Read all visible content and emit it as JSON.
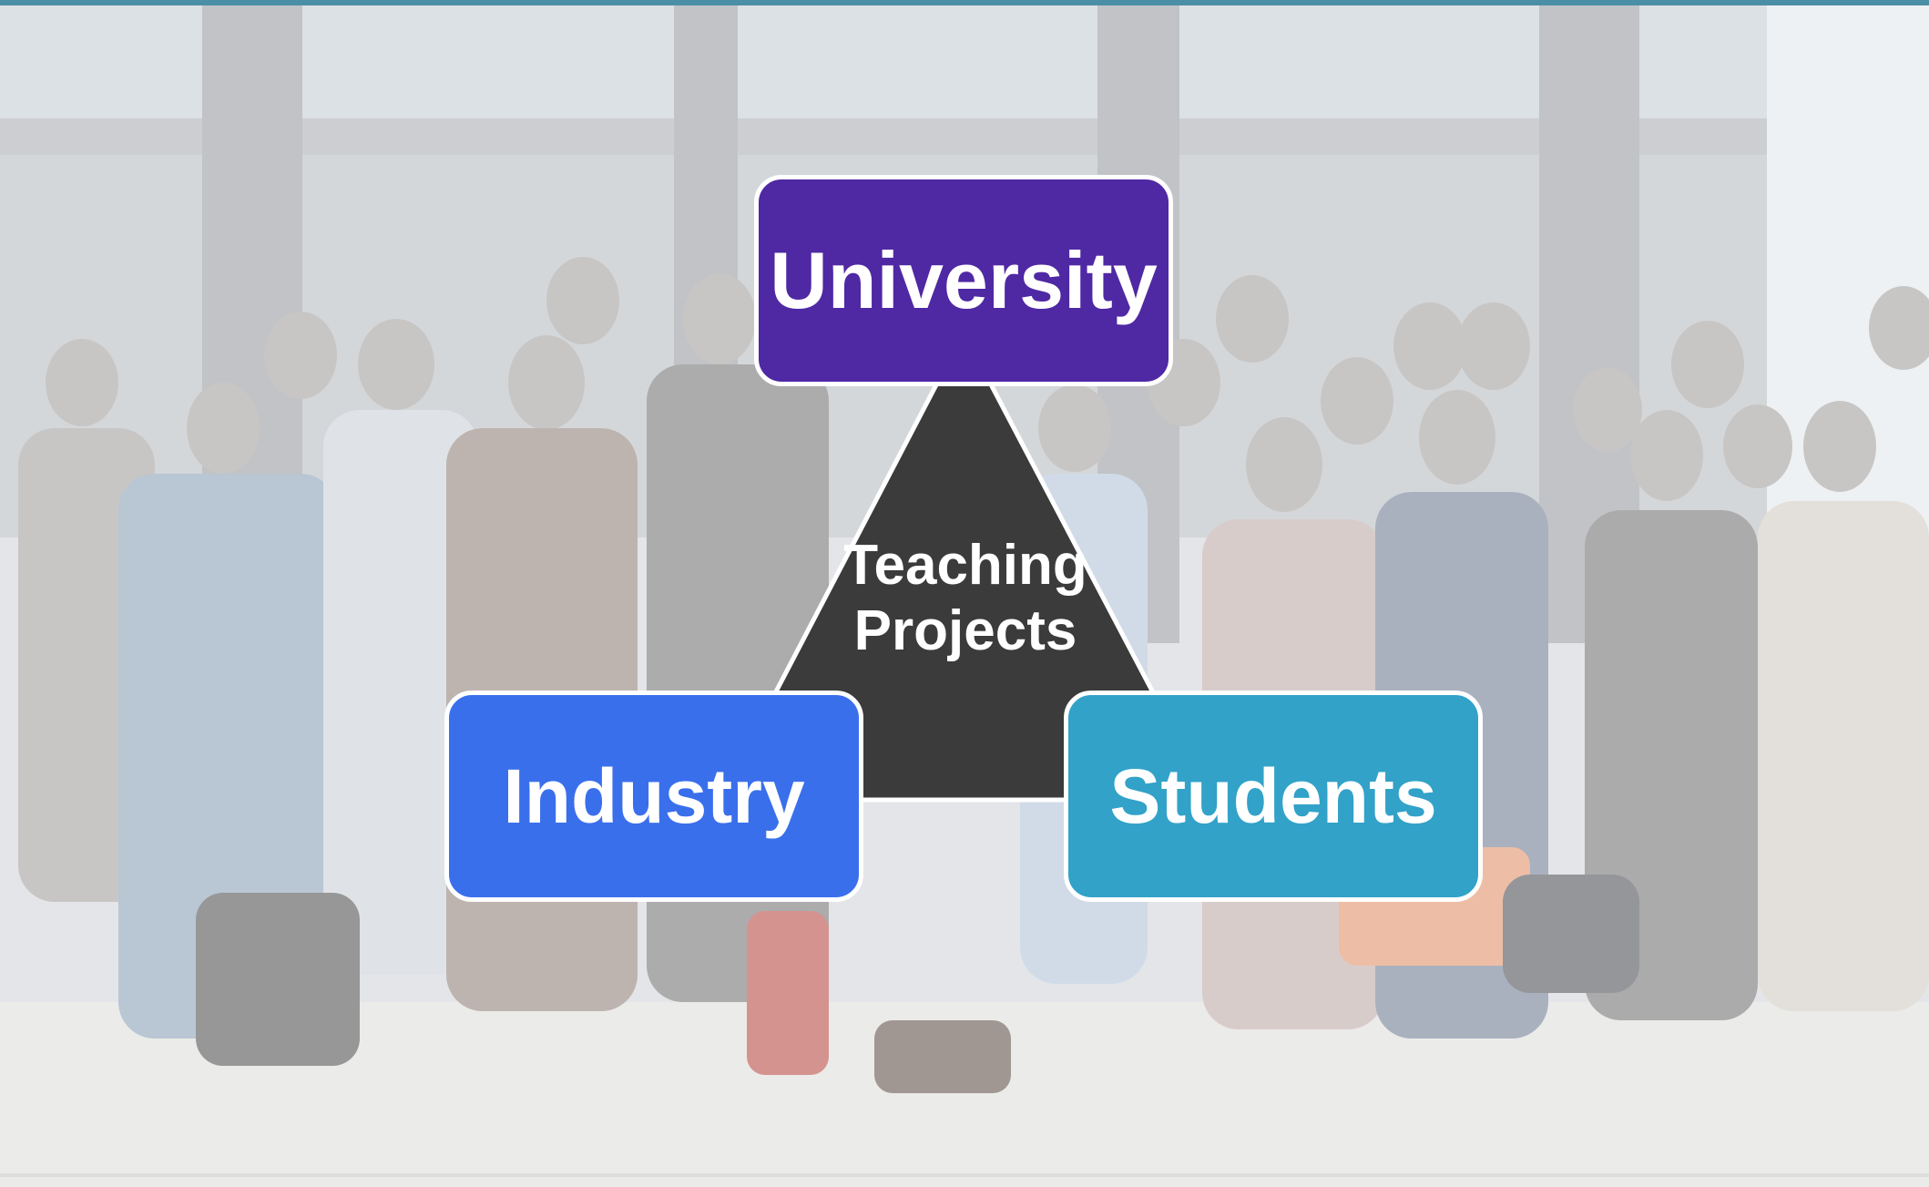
{
  "diagram": {
    "center_label_lines": [
      "Teaching",
      "Projects"
    ],
    "nodes": {
      "top": {
        "label": "University",
        "color": "#4f28a4"
      },
      "left": {
        "label": "Industry",
        "color": "#3a6fec"
      },
      "right": {
        "label": "Students",
        "color": "#32a2c8"
      }
    },
    "triangle_color": "#3b3b3b",
    "accent_bar_color": "#4a8fa6"
  },
  "background": {
    "description_icon": "group-photo-faded"
  }
}
